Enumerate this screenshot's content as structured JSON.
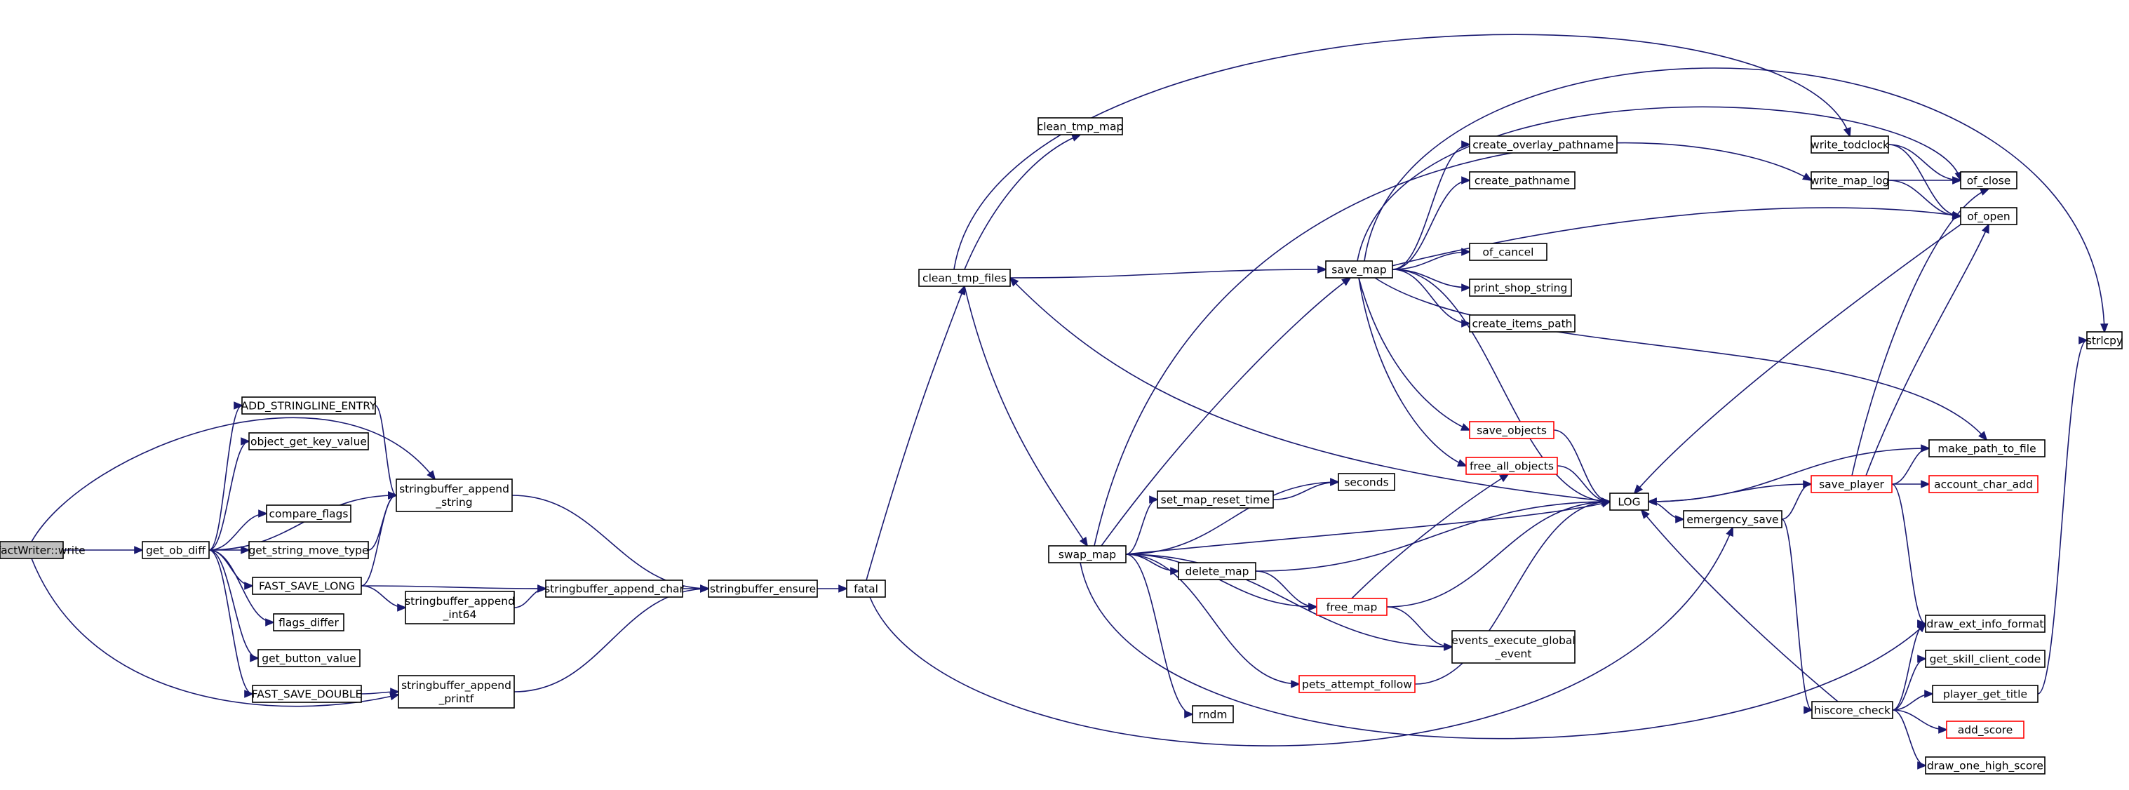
{
  "graph": {
    "nodes": [
      {
        "id": "n0",
        "lines": [
          "ArtifactWriter::write"
        ],
        "style": "root"
      },
      {
        "id": "n1",
        "lines": [
          "get_ob_diff"
        ]
      },
      {
        "id": "n2",
        "lines": [
          "ADD_STRINGLINE_ENTRY"
        ]
      },
      {
        "id": "n3",
        "lines": [
          "object_get_key_value"
        ]
      },
      {
        "id": "n4",
        "lines": [
          "compare_flags"
        ]
      },
      {
        "id": "n5",
        "lines": [
          "get_string_move_type"
        ]
      },
      {
        "id": "n6",
        "lines": [
          "FAST_SAVE_LONG"
        ]
      },
      {
        "id": "n7",
        "lines": [
          "flags_differ"
        ]
      },
      {
        "id": "n8",
        "lines": [
          "get_button_value"
        ]
      },
      {
        "id": "n9",
        "lines": [
          "FAST_SAVE_DOUBLE"
        ]
      },
      {
        "id": "n10",
        "lines": [
          "stringbuffer_append",
          "_string"
        ]
      },
      {
        "id": "n11",
        "lines": [
          "stringbuffer_append",
          "_int64"
        ]
      },
      {
        "id": "n12",
        "lines": [
          "stringbuffer_append_char"
        ]
      },
      {
        "id": "n13",
        "lines": [
          "stringbuffer_append",
          "_printf"
        ]
      },
      {
        "id": "n14",
        "lines": [
          "stringbuffer_ensure"
        ]
      },
      {
        "id": "n15",
        "lines": [
          "fatal"
        ]
      },
      {
        "id": "n16",
        "lines": [
          "clean_tmp_files"
        ]
      },
      {
        "id": "n17",
        "lines": [
          "clean_tmp_map"
        ]
      },
      {
        "id": "n18",
        "lines": [
          "swap_map"
        ]
      },
      {
        "id": "n19",
        "lines": [
          "set_map_reset_time"
        ]
      },
      {
        "id": "n20",
        "lines": [
          "delete_map"
        ]
      },
      {
        "id": "n21",
        "lines": [
          "free_map"
        ],
        "style": "red"
      },
      {
        "id": "n22",
        "lines": [
          "pets_attempt_follow"
        ],
        "style": "red"
      },
      {
        "id": "n23",
        "lines": [
          "rndm"
        ]
      },
      {
        "id": "n24",
        "lines": [
          "seconds"
        ]
      },
      {
        "id": "n25",
        "lines": [
          "events_execute_global",
          "_event"
        ]
      },
      {
        "id": "n26",
        "lines": [
          "save_map"
        ]
      },
      {
        "id": "n27",
        "lines": [
          "create_overlay_pathname"
        ]
      },
      {
        "id": "n28",
        "lines": [
          "create_pathname"
        ]
      },
      {
        "id": "n29",
        "lines": [
          "of_cancel"
        ]
      },
      {
        "id": "n30",
        "lines": [
          "print_shop_string"
        ]
      },
      {
        "id": "n31",
        "lines": [
          "create_items_path"
        ]
      },
      {
        "id": "n32",
        "lines": [
          "save_objects"
        ],
        "style": "red"
      },
      {
        "id": "n33",
        "lines": [
          "free_all_objects"
        ],
        "style": "red"
      },
      {
        "id": "n34",
        "lines": [
          "LOG"
        ]
      },
      {
        "id": "n35",
        "lines": [
          "emergency_save"
        ]
      },
      {
        "id": "n36",
        "lines": [
          "save_player"
        ],
        "style": "red"
      },
      {
        "id": "n37",
        "lines": [
          "hiscore_check"
        ]
      },
      {
        "id": "n38",
        "lines": [
          "write_todclock"
        ]
      },
      {
        "id": "n39",
        "lines": [
          "write_map_log"
        ]
      },
      {
        "id": "n40",
        "lines": [
          "of_close"
        ]
      },
      {
        "id": "n41",
        "lines": [
          "of_open"
        ]
      },
      {
        "id": "n42",
        "lines": [
          "make_path_to_file"
        ]
      },
      {
        "id": "n43",
        "lines": [
          "account_char_add"
        ],
        "style": "red"
      },
      {
        "id": "n44",
        "lines": [
          "draw_ext_info_format"
        ]
      },
      {
        "id": "n45",
        "lines": [
          "get_skill_client_code"
        ]
      },
      {
        "id": "n46",
        "lines": [
          "player_get_title"
        ]
      },
      {
        "id": "n47",
        "lines": [
          "add_score"
        ],
        "style": "red"
      },
      {
        "id": "n48",
        "lines": [
          "draw_one_high_score"
        ]
      },
      {
        "id": "n49",
        "lines": [
          "strlcpy"
        ]
      }
    ],
    "edges": [
      [
        "n0",
        "n1"
      ],
      [
        "n0",
        "n10"
      ],
      [
        "n0",
        "n13"
      ],
      [
        "n1",
        "n2"
      ],
      [
        "n1",
        "n3"
      ],
      [
        "n1",
        "n4"
      ],
      [
        "n1",
        "n5"
      ],
      [
        "n1",
        "n6"
      ],
      [
        "n1",
        "n7"
      ],
      [
        "n1",
        "n8"
      ],
      [
        "n1",
        "n9"
      ],
      [
        "n1",
        "n10"
      ],
      [
        "n2",
        "n10"
      ],
      [
        "n5",
        "n10"
      ],
      [
        "n6",
        "n10"
      ],
      [
        "n6",
        "n11"
      ],
      [
        "n6",
        "n12"
      ],
      [
        "n9",
        "n13"
      ],
      [
        "n10",
        "n14"
      ],
      [
        "n11",
        "n12"
      ],
      [
        "n12",
        "n14"
      ],
      [
        "n13",
        "n14"
      ],
      [
        "n14",
        "n15"
      ],
      [
        "n15",
        "n16"
      ],
      [
        "n15",
        "n35"
      ],
      [
        "n16",
        "n17"
      ],
      [
        "n16",
        "n18"
      ],
      [
        "n16",
        "n26"
      ],
      [
        "n16",
        "n38"
      ],
      [
        "n18",
        "n19"
      ],
      [
        "n18",
        "n20"
      ],
      [
        "n18",
        "n21"
      ],
      [
        "n18",
        "n22"
      ],
      [
        "n18",
        "n23"
      ],
      [
        "n18",
        "n24"
      ],
      [
        "n18",
        "n25"
      ],
      [
        "n18",
        "n26"
      ],
      [
        "n18",
        "n34"
      ],
      [
        "n18",
        "n39"
      ],
      [
        "n18",
        "n44"
      ],
      [
        "n19",
        "n24"
      ],
      [
        "n20",
        "n21"
      ],
      [
        "n20",
        "n34"
      ],
      [
        "n21",
        "n25"
      ],
      [
        "n21",
        "n33"
      ],
      [
        "n21",
        "n34"
      ],
      [
        "n22",
        "n34"
      ],
      [
        "n26",
        "n27"
      ],
      [
        "n26",
        "n28"
      ],
      [
        "n26",
        "n29"
      ],
      [
        "n26",
        "n30"
      ],
      [
        "n26",
        "n31"
      ],
      [
        "n26",
        "n32"
      ],
      [
        "n26",
        "n33"
      ],
      [
        "n26",
        "n34"
      ],
      [
        "n26",
        "n40"
      ],
      [
        "n26",
        "n41"
      ],
      [
        "n26",
        "n42"
      ],
      [
        "n26",
        "n49"
      ],
      [
        "n32",
        "n34"
      ],
      [
        "n33",
        "n34"
      ],
      [
        "n34",
        "n16"
      ],
      [
        "n34",
        "n35"
      ],
      [
        "n35",
        "n36"
      ],
      [
        "n35",
        "n37"
      ],
      [
        "n36",
        "n34"
      ],
      [
        "n36",
        "n40"
      ],
      [
        "n36",
        "n41"
      ],
      [
        "n36",
        "n42"
      ],
      [
        "n36",
        "n43"
      ],
      [
        "n36",
        "n44"
      ],
      [
        "n37",
        "n34"
      ],
      [
        "n37",
        "n44"
      ],
      [
        "n37",
        "n45"
      ],
      [
        "n37",
        "n46"
      ],
      [
        "n37",
        "n47"
      ],
      [
        "n37",
        "n48"
      ],
      [
        "n38",
        "n40"
      ],
      [
        "n38",
        "n41"
      ],
      [
        "n39",
        "n40"
      ],
      [
        "n39",
        "n41"
      ],
      [
        "n41",
        "n34"
      ],
      [
        "n42",
        "n34"
      ],
      [
        "n46",
        "n49"
      ]
    ]
  }
}
